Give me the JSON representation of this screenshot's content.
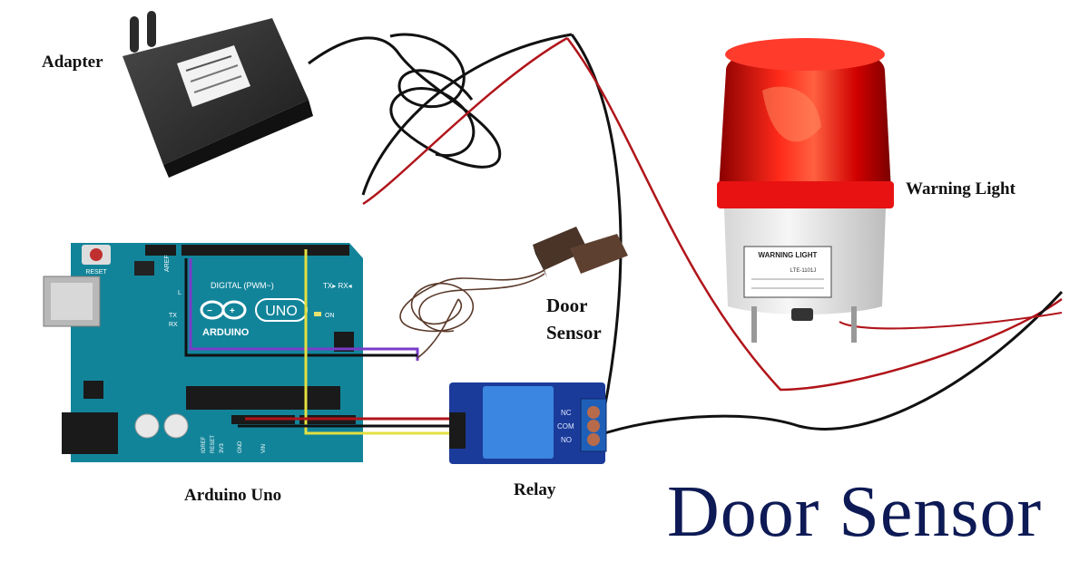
{
  "title": "Door Sensor",
  "labels": {
    "adapter": "Adapter",
    "door_sensor_line1": "Door",
    "door_sensor_line2": "Sensor",
    "warning_light": "Warning Light",
    "arduino_uno": "Arduino Uno",
    "relay": "Relay"
  },
  "board_text": {
    "reset": "RESET",
    "aref": "AREF",
    "digital": "DIGITAL (PWM~)",
    "arduino": "ARDUINO",
    "uno": "UNO",
    "on": "ON",
    "tx": "TX",
    "rx": "RX",
    "l": "L",
    "txrx": "TX▸ RX◂",
    "ioref": "IOREF",
    "reset_pin": "RESET",
    "v33": "3V3",
    "gnd": "GND",
    "vin": "VIN"
  },
  "relay_text": {
    "nc": "NC",
    "com": "COM",
    "no": "NO"
  },
  "warning_light_plate": {
    "heading": "WARNING LIGHT",
    "model": "LTE-1101J"
  },
  "colors": {
    "title": "#0d1a55",
    "board": "#12849a",
    "relay_module": "#1b3b9a",
    "relay_block": "#3a86e0",
    "beacon": "#e01010",
    "wire_black": "#111111",
    "wire_red": "#b0141a",
    "wire_yellow": "#e3e040",
    "wire_purple": "#7a3cc8",
    "wire_brown": "#5a3a2a"
  }
}
